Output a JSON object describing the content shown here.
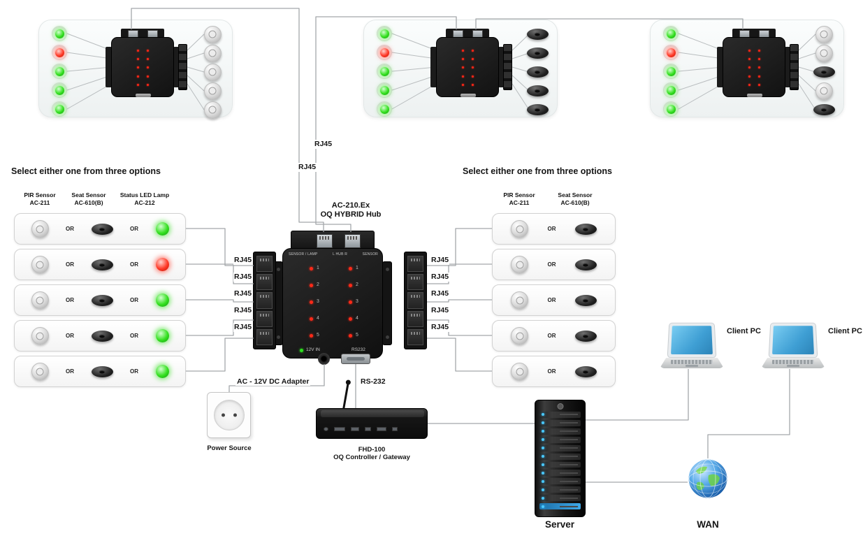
{
  "left_section": {
    "title": "Select either one from three options",
    "headers": [
      {
        "line1": "PIR Sensor",
        "line2": "AC-211"
      },
      {
        "line1": "Seat Sensor",
        "line2": "AC-610(B)"
      },
      {
        "line1": "Status LED Lamp",
        "line2": "AC-212"
      }
    ],
    "or_label": "OR",
    "rows": [
      {
        "pir": "dome",
        "seat": "seat",
        "lamp": "green"
      },
      {
        "pir": "dome",
        "seat": "seat",
        "lamp": "red"
      },
      {
        "pir": "dome",
        "seat": "seat",
        "lamp": "green"
      },
      {
        "pir": "dome",
        "seat": "seat",
        "lamp": "green"
      },
      {
        "pir": "dome",
        "seat": "seat",
        "lamp": "green"
      }
    ],
    "rj45_labels": [
      "RJ45",
      "RJ45",
      "RJ45",
      "RJ45",
      "RJ45"
    ]
  },
  "right_section": {
    "title": "Select either one from three options",
    "headers": [
      {
        "line1": "PIR Sensor",
        "line2": "AC-211"
      },
      {
        "line1": "Seat Sensor",
        "line2": "AC-610(B)"
      }
    ],
    "or_label": "OR",
    "rows": [
      {
        "pir": "dome",
        "seat": "seat"
      },
      {
        "pir": "dome",
        "seat": "seat"
      },
      {
        "pir": "dome",
        "seat": "seat"
      },
      {
        "pir": "dome",
        "seat": "seat"
      },
      {
        "pir": "dome",
        "seat": "seat"
      }
    ],
    "rj45_labels": [
      "RJ45",
      "RJ45",
      "RJ45",
      "RJ45",
      "RJ45"
    ]
  },
  "uplinks": {
    "rj45_a": "RJ45",
    "rj45_b": "RJ45"
  },
  "hub": {
    "model": "AC-210.Ex",
    "name": "OQ HYBRID Hub",
    "print_left": "SENSOR / LAMP",
    "print_mid": "L   HUB   R",
    "print_right": "SENSOR",
    "led_numbers": [
      "1",
      "2",
      "3",
      "4",
      "5"
    ],
    "power_label": "12V IN",
    "rs232_print": "RS232"
  },
  "panels": [
    {
      "leds": [
        "green",
        "red",
        "green",
        "green",
        "green"
      ],
      "sensors": [
        "dome",
        "dome",
        "dome",
        "dome",
        "dome"
      ]
    },
    {
      "leds": [
        "green",
        "red",
        "green",
        "green",
        "green"
      ],
      "sensors": [
        "seat",
        "seat",
        "seat",
        "seat",
        "seat"
      ]
    },
    {
      "leds": [
        "green",
        "red",
        "green",
        "green",
        "green"
      ],
      "sensors": [
        "dome",
        "dome",
        "seat",
        "dome",
        "seat"
      ]
    }
  ],
  "bottom": {
    "adapter_label": "AC - 12V DC Adapter",
    "power_source": "Power Source",
    "rs232_label": "RS-232",
    "controller_model": "FHD-100",
    "controller_name": "OQ Controller / Gateway",
    "server_label": "Server",
    "wan_label": "WAN",
    "client_pcs": [
      "Client PC",
      "Client PC"
    ]
  },
  "colors": {
    "led_green": "#35e020",
    "led_red": "#ff3a28",
    "line": "#a3a7aa",
    "server_led_blue": "#49c8ff"
  }
}
